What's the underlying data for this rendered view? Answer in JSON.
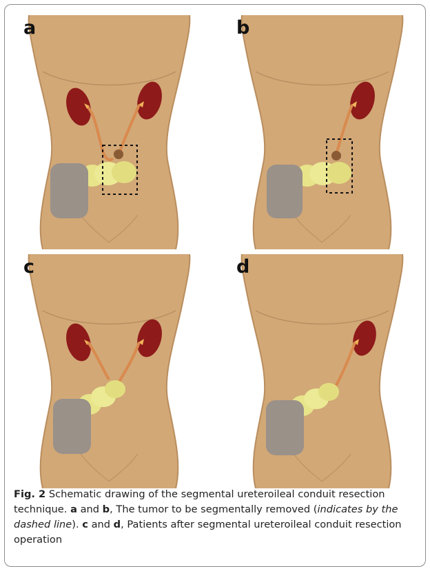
{
  "panels": [
    {
      "id": "a",
      "letter": "a",
      "tumor": true,
      "left_kidney": true,
      "dashed_box": true
    },
    {
      "id": "b",
      "letter": "b",
      "tumor": true,
      "left_kidney": false,
      "dashed_box": true
    },
    {
      "id": "c",
      "letter": "c",
      "tumor": false,
      "left_kidney": true,
      "dashed_box": false
    },
    {
      "id": "d",
      "letter": "d",
      "tumor": false,
      "left_kidney": false,
      "dashed_box": false
    }
  ],
  "caption": {
    "fig_label": "Fig. 2",
    "text_1": "Schematic drawing of the segmental ureteroileal conduit resection technique.",
    "ref_a": "a",
    "and_1": "and",
    "ref_b": "b",
    "text_2": ", The tumor to be segmentally removed (",
    "italic": "indicates by the dashed line",
    "text_3": ").",
    "ref_c": "c",
    "and_2": "and",
    "ref_d": "d",
    "text_4": ", Patients after segmental ureteroileal conduit resection operation"
  },
  "colors": {
    "background": "#d2a877",
    "skin": "#c59b6a",
    "kidney": "#8e1a1a",
    "ureter": "#d98a4e",
    "ileum": "#e7e48a",
    "stoma_bag": "#9a9189",
    "tumor": "#8a5a35"
  }
}
